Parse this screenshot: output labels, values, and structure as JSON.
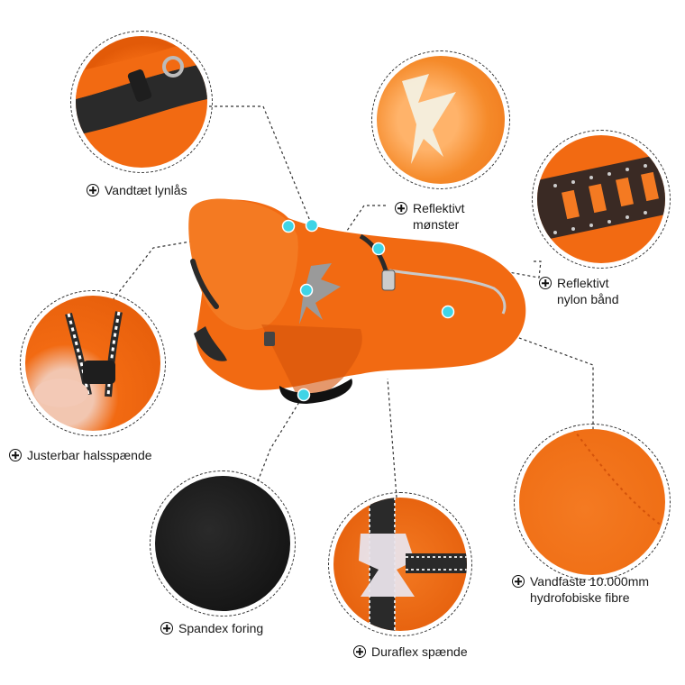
{
  "features": [
    {
      "id": "zipper",
      "label_lines": [
        "Vandtæt lynlås"
      ]
    },
    {
      "id": "reflective-pattern",
      "label_lines": [
        "Reflektivt",
        "mønster"
      ]
    },
    {
      "id": "reflective-band",
      "label_lines": [
        "Reflektivt",
        "nylon bånd"
      ]
    },
    {
      "id": "neck-buckle",
      "label_lines": [
        "Justerbar halsspænde"
      ]
    },
    {
      "id": "waterproof-fibre",
      "label_lines": [
        "Vandfaste 10.000mm",
        "hydrofobiske fibre"
      ]
    },
    {
      "id": "spandex",
      "label_lines": [
        "Spandex foring"
      ]
    },
    {
      "id": "duraflex",
      "label_lines": [
        "Duraflex spænde"
      ]
    }
  ],
  "colors": {
    "coat_orange": "#f26a12",
    "coat_dark": "#d4530a",
    "hotspot": "#3fd4e6",
    "lining": "#111111",
    "reflective": "#c9c9c9"
  },
  "icons": {
    "label_marker": "plus-circle-icon"
  }
}
